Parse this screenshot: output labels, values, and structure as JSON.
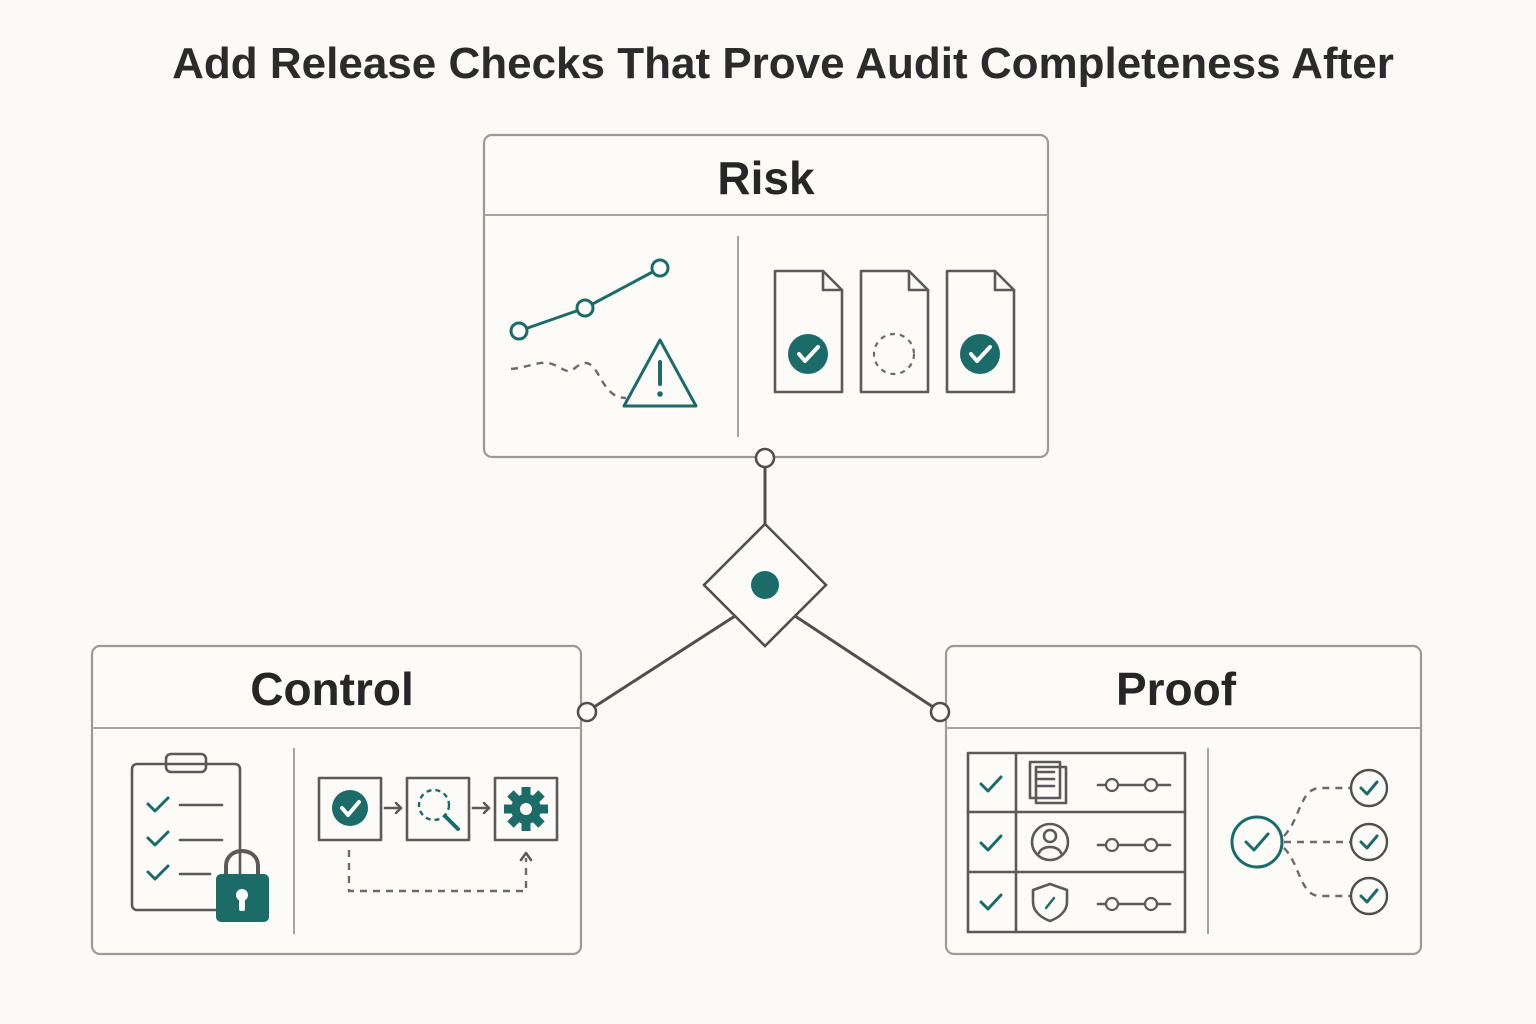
{
  "title": "Add Release Checks That Prove Audit Completeness After",
  "panels": {
    "risk": {
      "label": "Risk"
    },
    "control": {
      "label": "Control"
    },
    "proof": {
      "label": "Proof"
    }
  },
  "colors": {
    "accent": "#1b6b68",
    "ink": "#4f4f4f",
    "background": "#fbfaf6",
    "border": "#9a9a9a"
  },
  "icons": {
    "risk": [
      "trend-line-icon",
      "warning-triangle-icon",
      "document-checked-icon",
      "document-pending-icon",
      "document-checked-icon"
    ],
    "control": [
      "clipboard-checklist-icon",
      "padlock-icon",
      "check-step-icon",
      "inspect-step-icon",
      "settings-step-icon"
    ],
    "proof": [
      "check-icon",
      "documents-icon",
      "user-icon",
      "shield-icon",
      "slider-icon",
      "verified-check-icon"
    ]
  }
}
